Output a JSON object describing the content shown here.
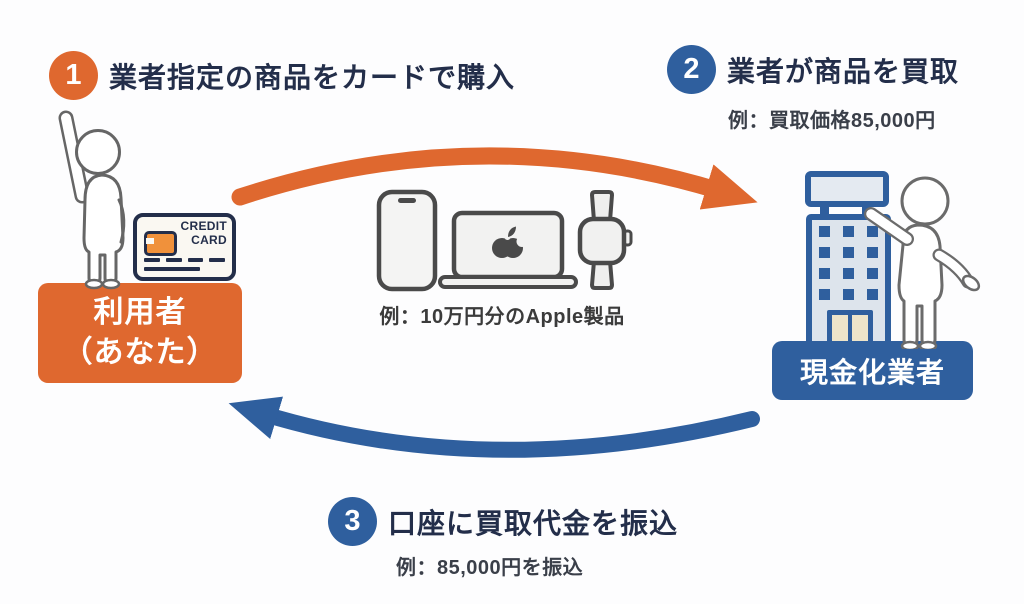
{
  "colors": {
    "orange_accent": "#DF682F",
    "blue_accent": "#2F5F9E",
    "title_navy": "#232E4A",
    "example_text": "#3A3F49",
    "caption_gray": "#3B3B3B",
    "background": "#FDFDFE"
  },
  "steps": [
    {
      "num": "1",
      "title": "業者指定の商品をカードで購入",
      "example": ""
    },
    {
      "num": "2",
      "title": "業者が商品を買取",
      "example": "例：買取価格85,000円"
    },
    {
      "num": "3",
      "title": "口座に買取代金を振込",
      "example": "例：85,000円を振込"
    }
  ],
  "user": {
    "label_line1": "利用者",
    "label_line2": "（あなた）"
  },
  "vendor": {
    "label": "現金化業者"
  },
  "credit_card": {
    "line1": "CREDIT",
    "line2": "CARD"
  },
  "products": {
    "caption": "例：10万円分のApple製品"
  },
  "icons": {
    "user_person": "person-raising-hand-icon",
    "credit_card": "credit-card-icon",
    "vendor_building": "office-building-icon",
    "vendor_person": "person-presenting-icon",
    "devices": [
      "iphone-icon",
      "macbook-icon",
      "apple-watch-icon",
      "apple-logo-icon"
    ],
    "arrow_top": "orange-curved-arrow-right",
    "arrow_bottom": "blue-curved-arrow-left"
  }
}
